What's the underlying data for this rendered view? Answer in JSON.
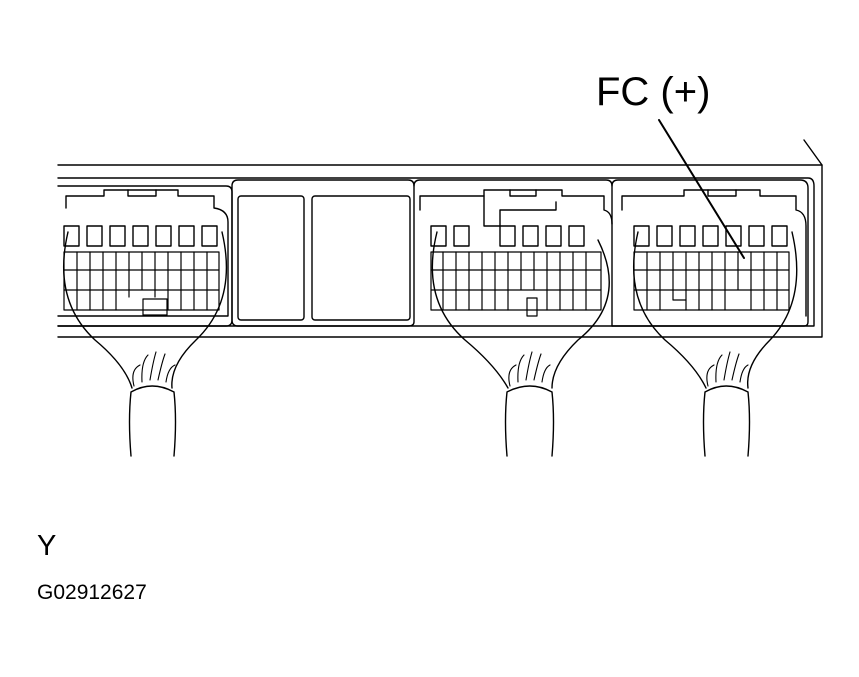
{
  "callout": {
    "label": "FC (+)"
  },
  "view_letter": "Y",
  "figure_code": "G02912627",
  "style": {
    "line_color": "#000000",
    "background": "#ffffff"
  },
  "connectors": [
    {
      "id": "left",
      "harness": true
    },
    {
      "id": "middle",
      "harness": true
    },
    {
      "id": "right",
      "harness": true,
      "callout_target": true
    }
  ]
}
